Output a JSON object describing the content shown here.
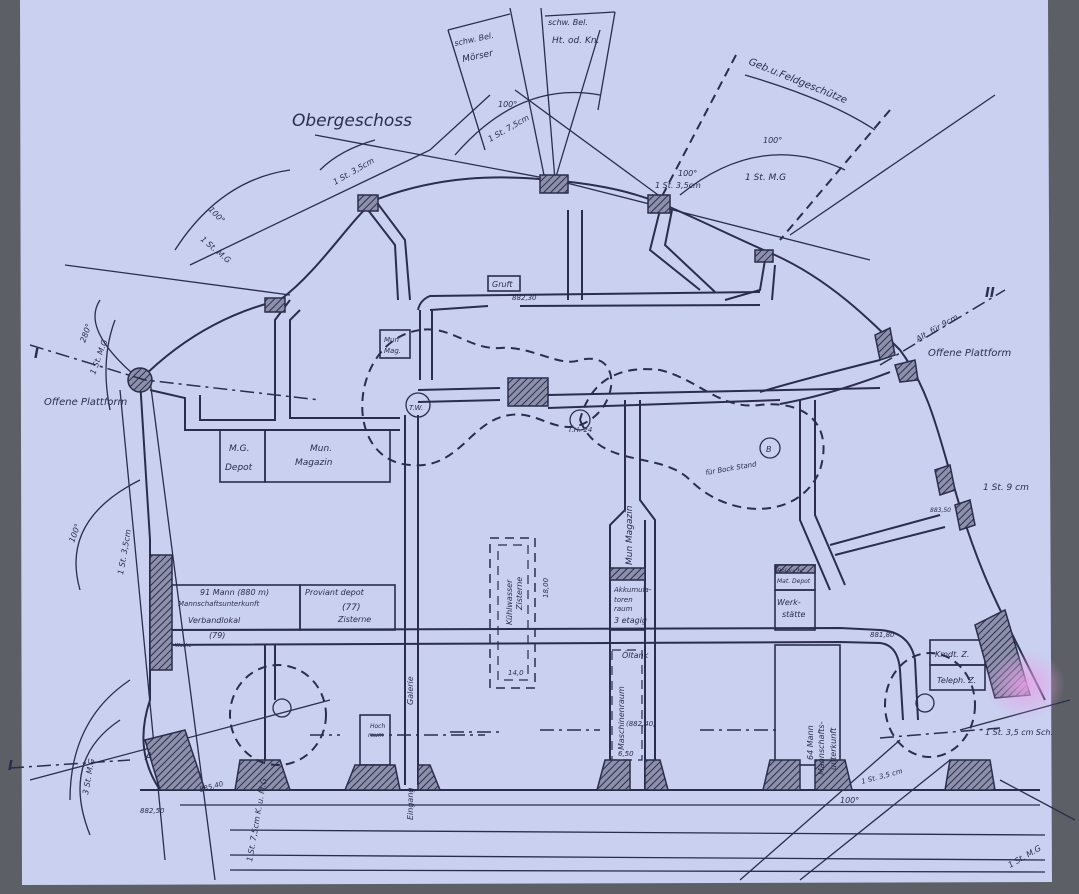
{
  "title": "Obergeschoss",
  "sections": {
    "left": "I",
    "right": "II",
    "bottom_left": "I"
  },
  "sector_labels": {
    "moerser": [
      "schw. Bel.",
      "Mörser"
    ],
    "haubitze": [
      "schw. Bel.",
      "Ht. od. Kn."
    ],
    "feldgeschuetze": "Geb.u.Feldgeschütze"
  },
  "angles": [
    "100°",
    "100°",
    "100°",
    "100°",
    "280°",
    "100°",
    "100°"
  ],
  "gun_labels": {
    "g1": "1 St. 7,5cm",
    "g2": "1 St. 3,5cm",
    "g3": "1 St. M.G",
    "g4": "1 St. 3,5cm",
    "g5": "1 St. M.G",
    "g6": "1 St. M.G",
    "g7": "1 St. 3,5cm",
    "g8": "3 St. M.G",
    "g9": "1 St. 9 cm",
    "g10": "Alt. für 9cm",
    "g11": "1 St. 3,5 cm Sch.",
    "g12": "1 St. 7,5cm K. u. M.G",
    "g13": "1 St. M.G",
    "g14": "1 St. 3,5 cm"
  },
  "platforms": {
    "left": "Offene Plattform",
    "right": "Offene Plattform"
  },
  "rooms": {
    "gruft": "Gruft",
    "mun_mag": [
      "Mun",
      "Mag."
    ],
    "mg_depot": [
      "M.G.",
      "Depot"
    ],
    "mun_magazin": [
      "Mun.",
      "Magazin"
    ],
    "tw": "T.W.",
    "th": "T.H. 24",
    "b": "B",
    "bock_stand": "für Bock Stand",
    "mun_magazin2": "Mun Magazin",
    "mannschaft": [
      "91 Mann (880 m)",
      "Mannschaftsunterkunft",
      "Verbandlokal",
      "(79)"
    ],
    "proviant": [
      "Proviant depot",
      "(77)",
      "Zisterne"
    ],
    "kuehlwasser": [
      "Kühlwasser",
      "Zisterne",
      "18,00"
    ],
    "akku": [
      "Akkumula-",
      "toren",
      "raum",
      "3 etagig"
    ],
    "oeltank": "Öltank",
    "maschinen": "Maschinenraum",
    "maschinen_elev": "(882,40)",
    "beleucht": [
      "Beleucht.",
      "Mat. Depot"
    ],
    "werkstaette": [
      "Werk-",
      "stätte"
    ],
    "mannschaft2": [
      "64 Mann",
      "Mannschafts-",
      "unterkunft"
    ],
    "kmdt": "Kmdt. Z.",
    "teleph": "Teleph. Z.",
    "wache": "Wache",
    "hoch": [
      "Hoch",
      "raum"
    ],
    "galerie": "Galerie",
    "eingang": "Eingang",
    "a": "A",
    "dim_650": "6,50",
    "dim_1410": "14,0"
  },
  "elevations": [
    "882,30",
    "881,80",
    "885,40",
    "883,50",
    "882,50"
  ]
}
